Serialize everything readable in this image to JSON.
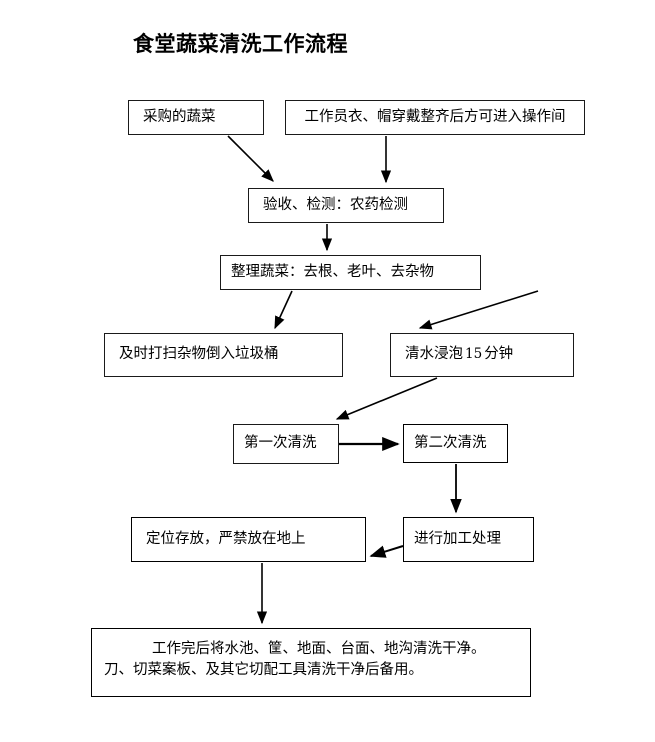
{
  "document": {
    "title": "食堂蔬菜清洗工作流程"
  },
  "chart_data": {
    "type": "diagram",
    "title": "食堂蔬菜清洗工作流程",
    "nodes": [
      {
        "id": "purchase",
        "label": "采购的蔬菜"
      },
      {
        "id": "uniform",
        "label": "工作员衣、帽穿戴整齐后方可进入操作间"
      },
      {
        "id": "inspect",
        "label": "验收、检测：农药检测"
      },
      {
        "id": "trim",
        "label": "整理蔬菜：去根、老叶、去杂物"
      },
      {
        "id": "waste",
        "label": "及时打扫杂物倒入垃圾桶"
      },
      {
        "id": "soak_pre",
        "label": "清水浸泡"
      },
      {
        "id": "soak_num",
        "label": "15"
      },
      {
        "id": "soak_post",
        "label": "分钟"
      },
      {
        "id": "wash1",
        "label": "第一次清洗"
      },
      {
        "id": "wash2",
        "label": "第二次清洗"
      },
      {
        "id": "store",
        "label": "定位存放，严禁放在地上"
      },
      {
        "id": "process",
        "label": "进行加工处理"
      },
      {
        "id": "cleanup_line1",
        "label": "工作完后将水池、筐、地面、台面、地沟清洗干净。"
      },
      {
        "id": "cleanup_line2",
        "label": "刀、切菜案板、及其它切配工具清洗干净后备用。"
      }
    ],
    "edges": [
      {
        "from": "purchase",
        "to": "inspect",
        "style": "diagonal-arrow"
      },
      {
        "from": "uniform",
        "to": "inspect",
        "style": "vertical-arrow"
      },
      {
        "from": "inspect",
        "to": "trim",
        "style": "vertical-arrow"
      },
      {
        "from": "trim",
        "to": "waste",
        "style": "diagonal-arrow"
      },
      {
        "from": "trim",
        "to": "soak",
        "style": "diagonal-arrow"
      },
      {
        "from": "soak",
        "to": "wash1",
        "style": "diagonal-arrow"
      },
      {
        "from": "wash1",
        "to": "wash2",
        "style": "horizontal-arrow"
      },
      {
        "from": "wash2",
        "to": "process",
        "style": "vertical-arrow"
      },
      {
        "from": "process",
        "to": "store",
        "style": "diagonal-arrow"
      },
      {
        "from": "store",
        "to": "cleanup",
        "style": "vertical-arrow"
      }
    ],
    "colors": {
      "stroke": "#000000",
      "fill": "#ffffff",
      "text": "#000000"
    }
  }
}
